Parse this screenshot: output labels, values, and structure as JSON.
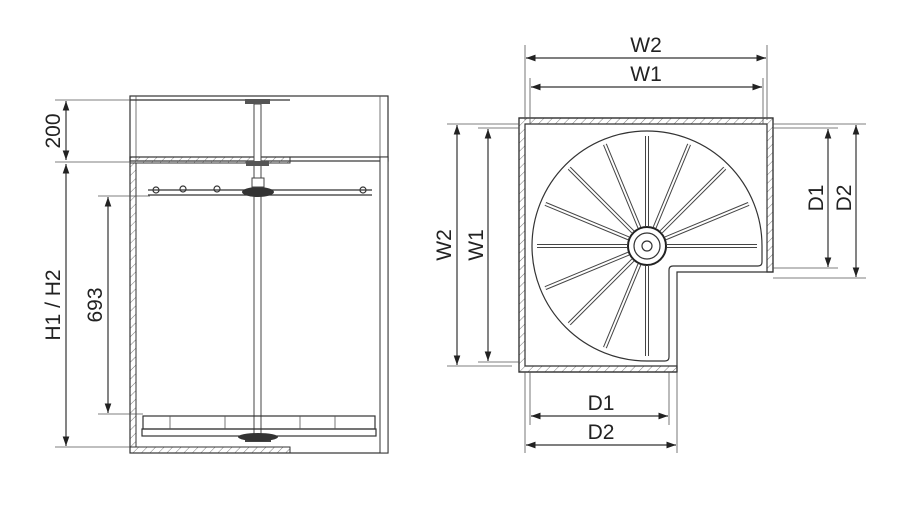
{
  "side_view": {
    "dim_top_section": "200",
    "dim_height": "H1 / H2",
    "dim_shelf_spacing": "693"
  },
  "top_view": {
    "dim_top_outer": "W2",
    "dim_top_inner": "W1",
    "dim_left_outer": "W2",
    "dim_left_inner": "W1",
    "dim_right_inner": "D1",
    "dim_right_outer": "D2",
    "dim_bottom_inner": "D1",
    "dim_bottom_outer": "D2"
  }
}
